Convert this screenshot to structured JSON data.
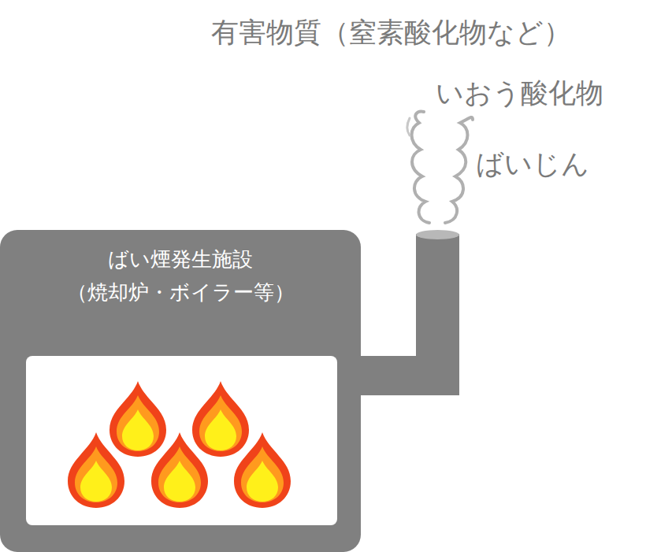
{
  "diagram": {
    "nodes": [
      {
        "text": [
          "ばい煙発生施設",
          "（焼却炉・ボイラー等）"
        ]
      }
    ],
    "labels": [
      "有害物質（窒素酸化物など）",
      "いおう酸化物",
      "ばいじん"
    ]
  }
}
